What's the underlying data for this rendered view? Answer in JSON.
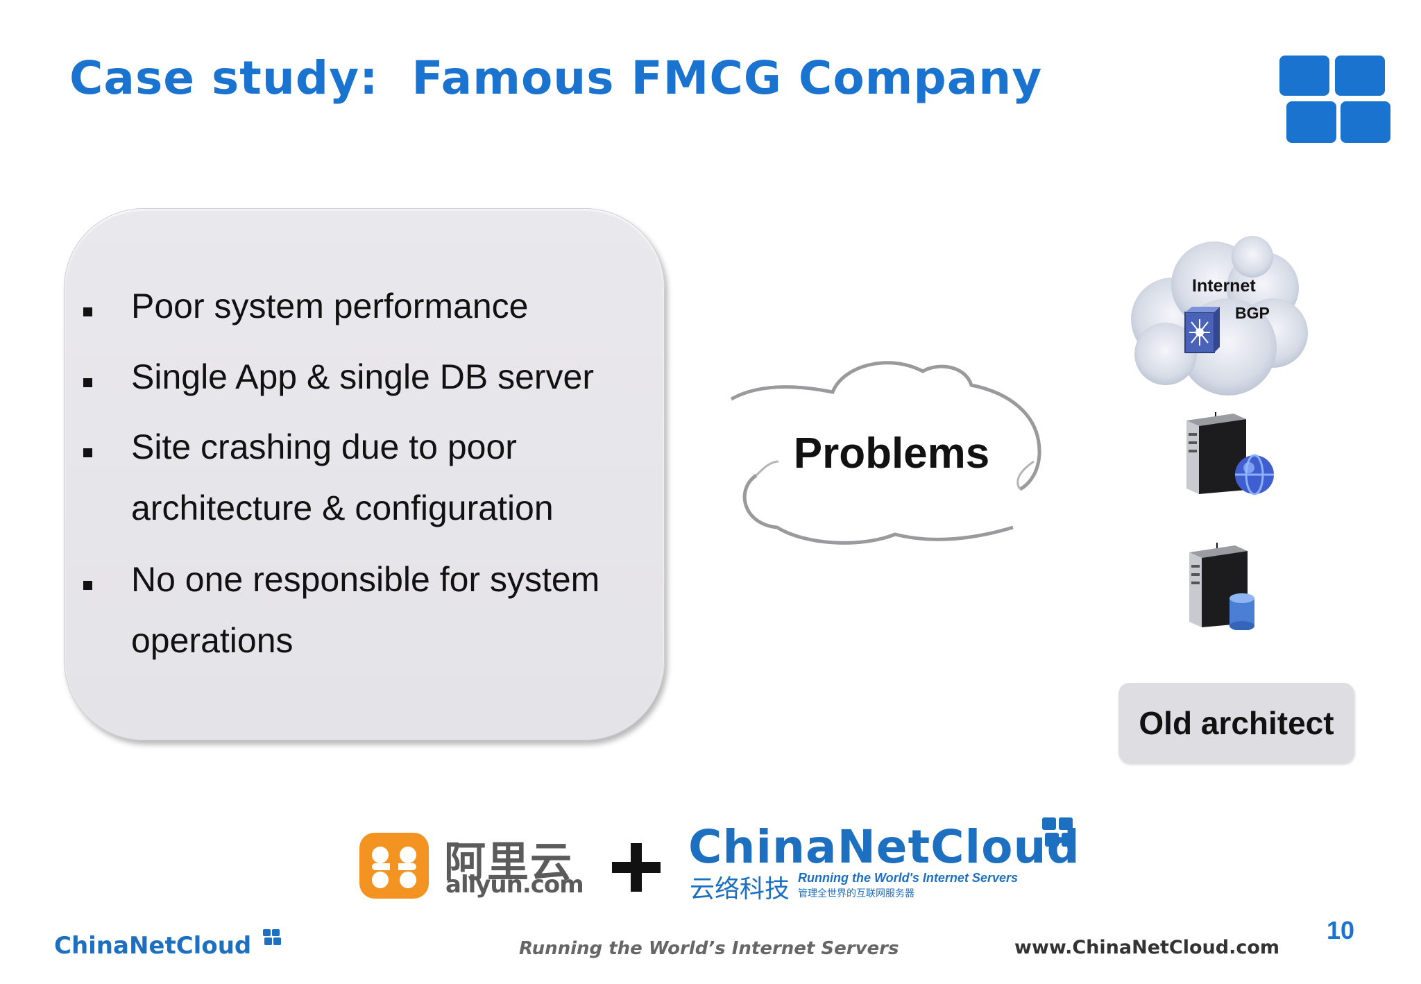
{
  "slide": {
    "title": "Case study:  Famous FMCG Company",
    "page_number": "10"
  },
  "problems": {
    "bullets": [
      {
        "line1": "Poor system performance",
        "line2": ""
      },
      {
        "line1": "Single App & single DB server",
        "line2": ""
      },
      {
        "line1": "Site crashing due to poor",
        "line2": "architecture & configuration"
      },
      {
        "line1": "No one responsible for system",
        "line2": "operations"
      }
    ],
    "cloud_label": "Problems"
  },
  "architecture": {
    "internet_label": "Internet",
    "bgp_label": "BGP",
    "box_label": "Old architect",
    "icons": [
      "cloud-icon",
      "network-switch-icon",
      "web-server-icon",
      "database-server-icon"
    ]
  },
  "partners": {
    "aliyun_chinese": "阿里云",
    "aliyun_domain": "aliyun.com",
    "plus": "+",
    "chinanetcloud_name": "ChinaNetCloud",
    "chinanetcloud_chinese": "云络科技",
    "chinanetcloud_tagline": "Running the World's Internet Servers",
    "chinanetcloud_tagline_chinese": "管理全世界的互联网服务器"
  },
  "footer": {
    "logo_text": "ChinaNetCloud",
    "tagline": "Running the World’s Internet Servers",
    "url": "www.ChinaNetCloud.com"
  },
  "colors": {
    "title_blue": "#1a73cf",
    "brand_blue": "#1d6fbf",
    "aliyun_orange": "#f39322",
    "box_gray": "#e6e5e9"
  }
}
